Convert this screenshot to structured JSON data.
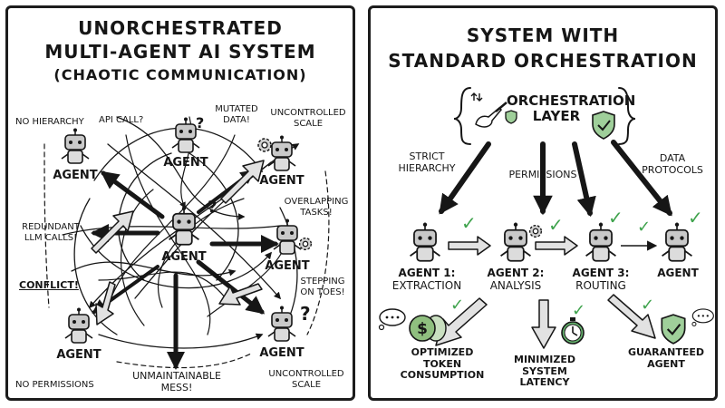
{
  "left": {
    "title_line1": "UNORCHESTRATED",
    "title_line2": "MULTI-AGENT AI SYSTEM",
    "subtitle": "(CHAOTIC COMMUNICATION)",
    "agent_label": "AGENT",
    "notes": {
      "no_hierarchy": "NO HIERARCHY",
      "api_call": "API CALL?",
      "mutated_data_1": "MUTATED",
      "mutated_data_2": "DATA!",
      "uncontrolled_scale_top_1": "UNCONTROLLED",
      "uncontrolled_scale_top_2": "SCALE",
      "overlapping_tasks_1": "OVERLAPPING",
      "overlapping_tasks_2": "TASKS!",
      "redundant_calls_1": "REDUNDANT",
      "redundant_calls_2": "LLM CALLS!",
      "conflict": "CONFLICT!",
      "stepping_1": "STEPPING",
      "stepping_2": "ON TOES!",
      "no_permissions": "NO PERMISSIONS",
      "unmaintainable_1": "UNMAINTAINABLE",
      "unmaintainable_2": "MESS!",
      "uncontrolled_scale_bottom_1": "UNCONTROLLED",
      "uncontrolled_scale_bottom_2": "SCALE"
    }
  },
  "right": {
    "title_line1": "SYSTEM WITH",
    "title_line2": "STANDARD ORCHESTRATION",
    "orchestration_1": "ORCHESTRATION",
    "orchestration_2": "LAYER",
    "edges": {
      "strict_1": "STRICT",
      "strict_2": "HIERARCHY",
      "permissions": "PERMISSIONS",
      "data_1": "DATA",
      "data_2": "PROTOCOLS"
    },
    "agents": [
      {
        "line1": "AGENT 1:",
        "line2": "EXTRACTION"
      },
      {
        "line1": "AGENT 2:",
        "line2": "ANALYSIS"
      },
      {
        "line1": "AGENT 3:",
        "line2": "ROUTING"
      },
      {
        "line1": "AGENT",
        "line2": ""
      }
    ],
    "outcomes": {
      "optimized_1": "OPTIMIZED",
      "optimized_2": "TOKEN",
      "optimized_3": "CONSUMPTION",
      "minimized_1": "MINIMIZED",
      "minimized_2": "SYSTEM",
      "minimized_3": "LATENCY",
      "guaranteed_1": "GUARANTEED",
      "guaranteed_2": "AGENT"
    }
  },
  "colors": {
    "ink": "#161616",
    "check_green": "#3fa34d",
    "robot_gray": "#c9c9c9",
    "money_green": "#8fbf7f",
    "shield_green": "#9fcf9a",
    "stopwatch_green": "#66b36e",
    "arrow_fill": "#d7d7d7"
  },
  "icons": [
    "robot-icon",
    "gear-icon",
    "question-mark-icon",
    "magic-wand-icon",
    "shield-check-icon",
    "check-icon",
    "money-coin-icon",
    "stopwatch-icon",
    "thought-bubble-icon"
  ]
}
